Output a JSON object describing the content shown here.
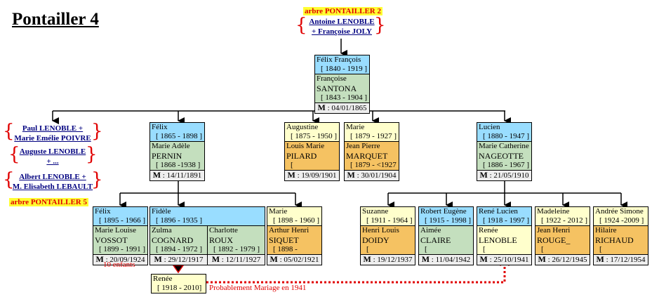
{
  "page_title": "Pontailler 4",
  "top_link": {
    "label": "arbre PONTAILLER 2"
  },
  "parents_link": {
    "line1": "Antoine LENOBLE",
    "line2": "+ Françoise JOLY"
  },
  "root": {
    "husband": {
      "name": "Félix François",
      "dates": "[ 1840 - 1919 ]"
    },
    "wife": {
      "first": "Françoise",
      "last": "SANTONA",
      "dates": "[ 1843 - 1904 ]"
    },
    "marriage": {
      "label": "M",
      "date": " : 04/01/1865"
    }
  },
  "left_links": [
    {
      "line1": "Paul LENOBLE +",
      "line2": "Marie Emélie POIVRE"
    },
    {
      "line1": "Auguste LENOBLE",
      "line2": "+ ..."
    },
    {
      "line1": "Albert LENOBLE +",
      "line2": "M. Elisabeth LEBAULT"
    }
  ],
  "left_tree_link": {
    "label": "arbre PONTAILLER 5"
  },
  "gen2": [
    {
      "person": {
        "name": "Félix",
        "dates": "[ 1865 - 1898 ]"
      },
      "spouse": {
        "first": "Marie Adèle",
        "last": "PERNIN",
        "dates": "[ 1868 -1938 ]"
      },
      "marriage": " : 14/11/1891"
    },
    {
      "person": {
        "name": "Augustine",
        "dates": "[ 1875 - 1950 ]"
      },
      "spouse": {
        "first": "Louis Marie",
        "last": "PILARD",
        "dates": "["
      },
      "marriage": " : 19/09/1901"
    },
    {
      "person": {
        "name": "Marie",
        "dates": "[ 1879 - 1927 ]"
      },
      "spouse": {
        "first": "Jean Pierre",
        "last": "MARQUET",
        "dates": "[ 1879 - <1927 ]"
      },
      "marriage": " : 30/01/1904"
    },
    {
      "person": {
        "name": "Lucien",
        "dates": "[ 1880 - 1947 ]"
      },
      "spouse": {
        "first": "Marie Catherine",
        "last": "NAGEOTTE",
        "dates": "[ 1886 - 1967 ]"
      },
      "marriage": " : 21/05/1910"
    }
  ],
  "gen3_felix": [
    {
      "person": {
        "name": "Félix",
        "dates": "[ 1895 - 1966 ]"
      },
      "spouse": {
        "first": "Marie Louise",
        "last": "VOSSOT",
        "dates": "[ 1899 - 1991 ]"
      },
      "marriage": " : 20/09/1924"
    },
    {
      "person": {
        "name": "Fidèle",
        "dates": "[ 1896 - 1935 ]"
      },
      "spouses": [
        {
          "first": "Zulma",
          "last": "COGNARD",
          "dates": "[ 1894 - 1972 ]",
          "marriage": " : 29/12/1917"
        },
        {
          "first": "Charlotte",
          "last": "ROUX",
          "dates": "[ 1892 - 1979 ]",
          "marriage": " : 12/11/1927"
        }
      ]
    },
    {
      "person": {
        "name": "Marie",
        "dates": "[ 1898 - 1960 ]"
      },
      "spouse": {
        "first": "Arthur Henri",
        "last": "SIQUET",
        "dates": "[ 1898 -"
      },
      "marriage": " : 05/02/1921"
    }
  ],
  "children_note": "10 enfants",
  "gen3_lucien": [
    {
      "person": {
        "name": "Suzanne",
        "dates": "[ 1911 - 1964 ]"
      },
      "spouse": {
        "first": "Henri Louis",
        "last": "DOIDY",
        "dates": "["
      },
      "marriage": " : 19/12/1937"
    },
    {
      "person": {
        "name": "Robert Eugène",
        "dates": "[ 1915 - 1998 ]"
      },
      "spouse": {
        "first": "Aimée",
        "last": "CLAIRE",
        "dates": "["
      },
      "marriage": " : 11/04/1942"
    },
    {
      "person": {
        "name": "René Lucien",
        "dates": "[ 1918 - 1997 ]"
      },
      "spouse": {
        "first": "Renée",
        "last": "LENOBLE",
        "dates": "["
      },
      "marriage": " : 25/10/1941"
    },
    {
      "person": {
        "name": "Madeleine",
        "dates": "[ 1922 - 2012 ]"
      },
      "spouse": {
        "first": "Jean Henri",
        "last": "ROUGE_",
        "dates": "["
      },
      "marriage": " : 26/12/1945"
    },
    {
      "person": {
        "name": "Andrée Simone",
        "dates": "[ 1924 -2009 ]"
      },
      "spouse": {
        "first": "Hilaire",
        "last": "RICHAUD",
        "dates": "["
      },
      "marriage": " : 17/12/1954"
    }
  ],
  "gen4": {
    "name": "Renée",
    "dates": "[ 1918 - 2010]"
  },
  "marriage_note": "Probablement  Mariage en 1941",
  "colors": {
    "male": "#99ddff",
    "female_spouse": "#c4dfbe",
    "female": "#ffffcc",
    "male_spouse": "#f5c262",
    "marriage": "#eeeeee",
    "accent_red": "#e00000",
    "link_blue": "#000080"
  }
}
